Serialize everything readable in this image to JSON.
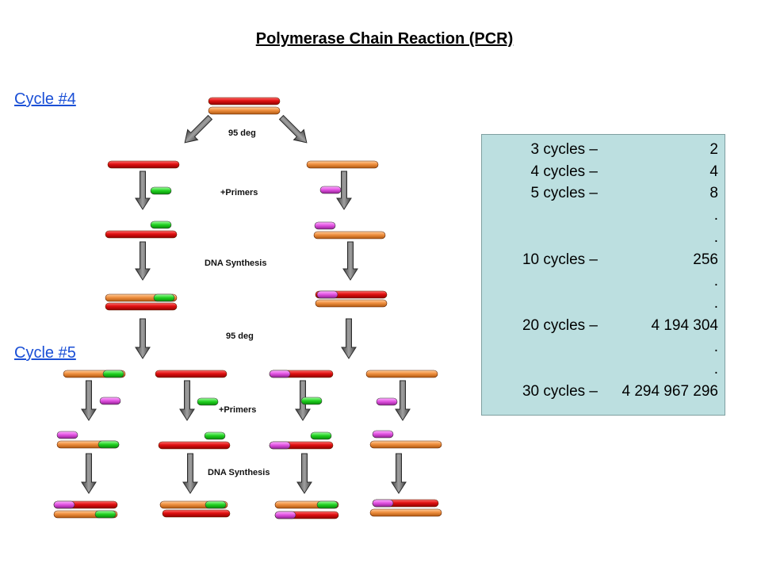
{
  "title": "Polymerase Chain Reaction (PCR)",
  "cycle_links": [
    "Cycle #4",
    "Cycle #5"
  ],
  "step_labels": {
    "denature_top": "95 deg",
    "primers_top": "+Primers",
    "synthesis_top": "DNA Synthesis",
    "denature_mid": "95 deg",
    "primers_bottom": "+Primers",
    "synthesis_bottom": "DNA Synthesis"
  },
  "colors": {
    "red_strand": "#e01010",
    "orange_strand": "#f09040",
    "green_primer": "#20d020",
    "magenta_primer": "#e050e0",
    "arrow": "#707070",
    "table_bg": "#bcdfe0"
  },
  "cycle_table": [
    {
      "cycles": "3 cycles –",
      "copies": "2"
    },
    {
      "cycles": "4 cycles –",
      "copies": "4"
    },
    {
      "cycles": "5 cycles –",
      "copies": "8"
    },
    {
      "cycles": "",
      "copies": "."
    },
    {
      "cycles": "",
      "copies": "."
    },
    {
      "cycles": "10 cycles –",
      "copies": "256"
    },
    {
      "cycles": "",
      "copies": "."
    },
    {
      "cycles": "",
      "copies": "."
    },
    {
      "cycles": "20 cycles –",
      "copies": "4 194 304"
    },
    {
      "cycles": "",
      "copies": "."
    },
    {
      "cycles": "",
      "copies": "."
    },
    {
      "cycles": "30 cycles –",
      "copies": "4 294 967 296"
    }
  ]
}
